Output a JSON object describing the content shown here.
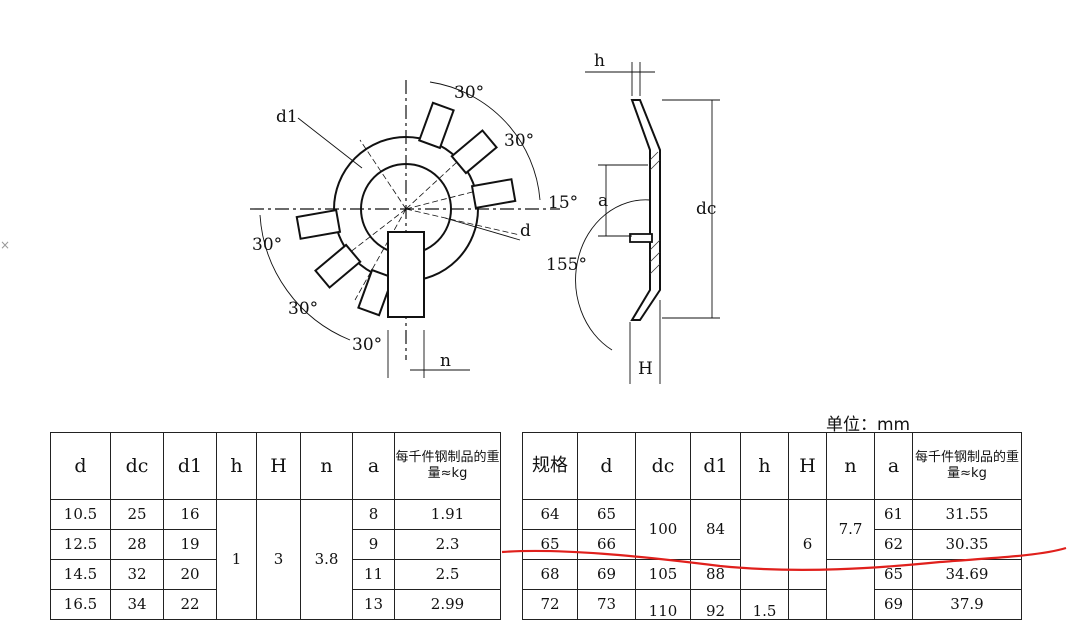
{
  "edge_mark": "×",
  "unit_label": "单位：mm",
  "drawing_labels": {
    "d1": "d1",
    "d": "d",
    "n": "n",
    "h": "h",
    "a": "a",
    "dc": "dc",
    "H": "H",
    "angle_30": "30°",
    "angle_15": "15°",
    "angle_155": "155°"
  },
  "left_table": {
    "headers": [
      "d",
      "dc",
      "d1",
      "h",
      "H",
      "n",
      "a",
      "每千件钢制品的重量≈kg"
    ],
    "rows": [
      [
        "10.5",
        "25",
        "16",
        "8",
        "1.91"
      ],
      [
        "12.5",
        "28",
        "19",
        "9",
        "2.3"
      ],
      [
        "14.5",
        "32",
        "20",
        "11",
        "2.5"
      ],
      [
        "16.5",
        "34",
        "22",
        "13",
        "2.99"
      ]
    ],
    "merged": {
      "h": "1",
      "H": "3",
      "n": "3.8"
    }
  },
  "right_table": {
    "headers": [
      "规格",
      "d",
      "dc",
      "d1",
      "h",
      "H",
      "n",
      "a",
      "每千件钢制品的重量≈kg"
    ],
    "rows": [
      [
        "64",
        "65",
        "61",
        "31.55"
      ],
      [
        "65",
        "66",
        "62",
        "30.35"
      ],
      [
        "68",
        "69",
        "65",
        "34.69"
      ],
      [
        "72",
        "73",
        "69",
        "37.9"
      ]
    ],
    "dc_group1": "100",
    "d1_group1": "84",
    "dc_row3": "105",
    "d1_row3": "88",
    "dc_group2": "110",
    "d1_group2": "92",
    "h_partial": "1.5",
    "H_merged": "6",
    "n_merged": "7.7"
  },
  "colors": {
    "ink": "#111111",
    "annotation": "#e0201c",
    "hatch": "#333333"
  }
}
